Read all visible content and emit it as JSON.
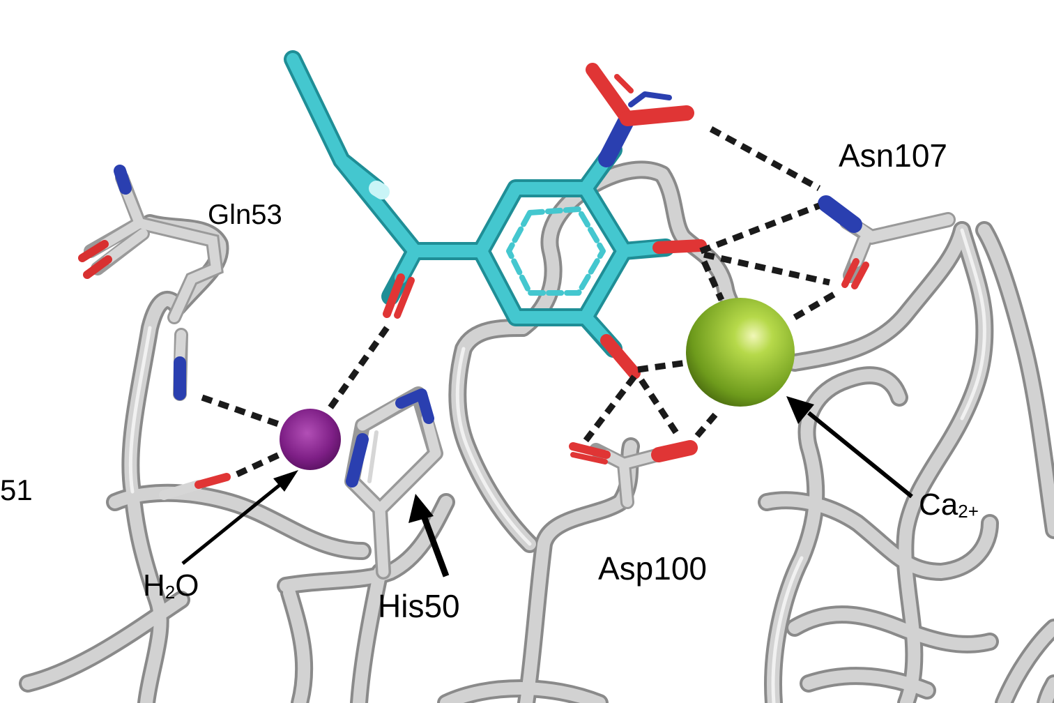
{
  "labels": {
    "asn107": "Asn107",
    "gln53": "Gln53",
    "res51": "51",
    "asp100": "Asp100",
    "his50": "His50",
    "h2o_main": "H",
    "h2o_sub": "2",
    "h2o_end": "O",
    "ca_main": "Ca",
    "ca_charge": "2+"
  },
  "colors": {
    "backbone": "#c8c8c8",
    "ligand_carbon": "#3ec4cc",
    "oxygen": "#e23a3a",
    "nitrogen": "#2a3fb0",
    "calcium": "#8cbf2a",
    "water": "#8a1f8e",
    "contact_line": "#1a1a1a"
  }
}
